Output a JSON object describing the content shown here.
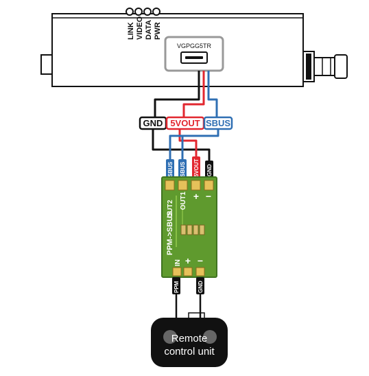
{
  "device": {
    "leds": [
      "LINK",
      "VIDEO",
      "DATA",
      "PWR"
    ],
    "port_label": "VGPGG5TR"
  },
  "bus_labels": {
    "gnd": "GND",
    "vout": "5VOUT",
    "sbus": "SBUS"
  },
  "pin_tags": {
    "sbus_1": "SBUS",
    "sbus_2": "SBUS",
    "vout": "5VOUT",
    "gnd_top": "GND",
    "ppm": "PPM",
    "gnd_bottom": "GND"
  },
  "board": {
    "title": "PPM->SBUS",
    "out2": "OUT2",
    "out1": "OUT1",
    "in": "IN",
    "plus": "+",
    "minus": "−"
  },
  "remote": {
    "line1": "Remote",
    "line2": "control unit"
  },
  "colors": {
    "gnd_wire": "#111111",
    "vout_wire": "#e2272f",
    "sbus_wire": "#2f6fb3",
    "board_green": "#5f9a2e",
    "board_edge": "#3f7320",
    "remote_body": "#111111"
  }
}
